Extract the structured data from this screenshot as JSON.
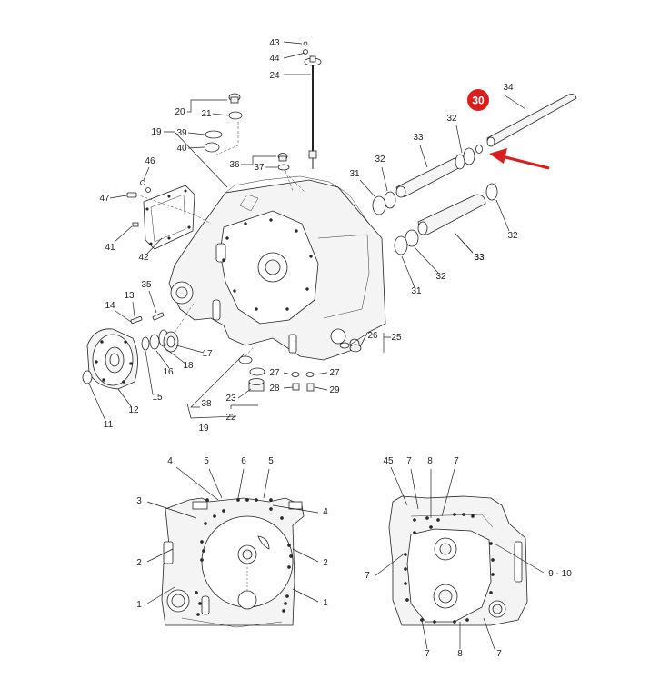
{
  "colors": {
    "highlight": "#d81e1e",
    "line": "#222222",
    "part_fill": "#f4f4f4"
  },
  "highlight": {
    "badge": "30",
    "arrow_icon": "red-arrow-icon"
  },
  "exploded_view": {
    "callouts": [
      "43",
      "44",
      "24",
      "20",
      "21",
      "19",
      "39",
      "40",
      "36",
      "37",
      "46",
      "47",
      "41",
      "42",
      "35",
      "13",
      "14",
      "16",
      "17",
      "18",
      "15",
      "12",
      "11",
      "38",
      "23",
      "22",
      "19",
      "28",
      "29",
      "27",
      "27",
      "26",
      "25",
      "31",
      "32",
      "33",
      "34",
      "32",
      "33",
      "32",
      "31",
      "32",
      "33"
    ]
  },
  "front_view": {
    "callouts": [
      "4",
      "5",
      "6",
      "5",
      "3",
      "4",
      "2",
      "2",
      "1",
      "1"
    ]
  },
  "rear_view": {
    "callouts": [
      "45",
      "7",
      "8",
      "7",
      "7",
      "9 - 10",
      "7",
      "8",
      "7"
    ]
  }
}
